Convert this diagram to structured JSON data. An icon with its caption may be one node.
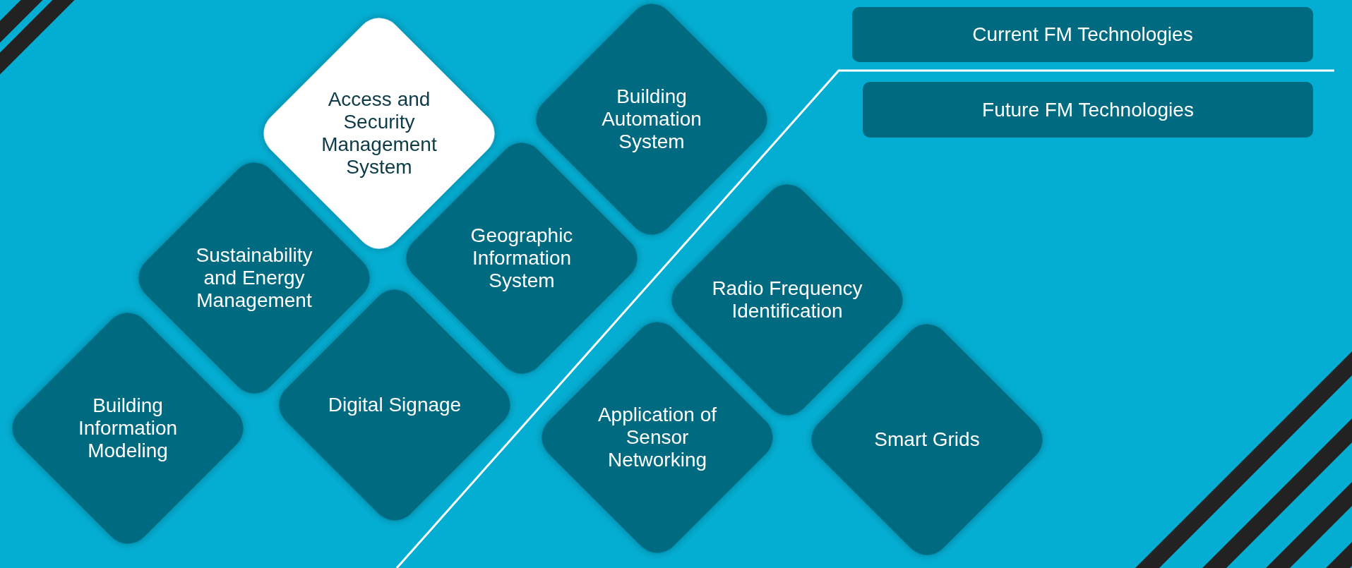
{
  "diagram": {
    "nodes": [
      {
        "text": [
          "Access and Security Management System"
        ]
      },
      {
        "text": [
          "Building Automation System"
        ]
      },
      {
        "text": [
          "Sustainability and Energy Management"
        ]
      },
      {
        "text": [
          "Geographic Information System"
        ]
      },
      {
        "text": [
          "Building Information Modeling"
        ]
      },
      {
        "text": [
          "Digital Signage"
        ]
      },
      {
        "text": [
          "Radio Frequency Identification"
        ]
      },
      {
        "text": [
          "Application of Sensor Networking"
        ]
      },
      {
        "text": [
          "Smart Grids"
        ]
      },
      {
        "text": [
          "Current FM Technologies"
        ]
      },
      {
        "text": [
          "Future FM Technologies"
        ]
      }
    ],
    "edges": []
  }
}
